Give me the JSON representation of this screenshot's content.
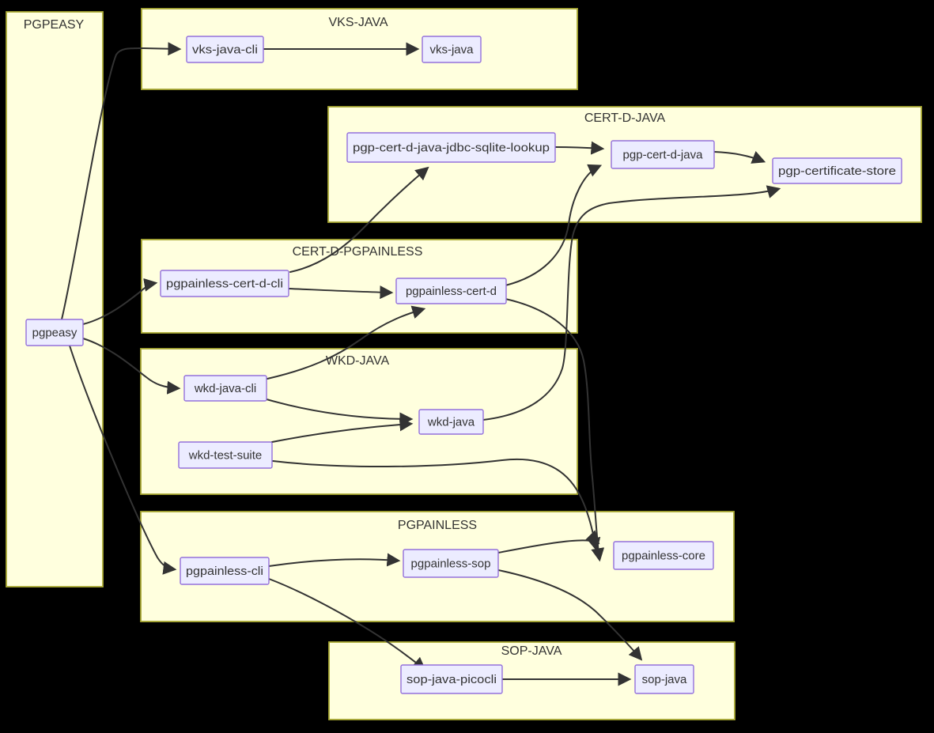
{
  "diagram": {
    "type": "flowchart",
    "colors": {
      "background": "#000000",
      "cluster_fill": "#ffffde",
      "cluster_border": "#aaaa33",
      "node_fill": "#ececff",
      "node_border": "#9370db",
      "edge_color": "#333333",
      "label_color": "#333333"
    },
    "subgraphs": [
      {
        "id": "PGPEASY",
        "label": "PGPEASY"
      },
      {
        "id": "VKS-JAVA",
        "label": "VKS-JAVA"
      },
      {
        "id": "CERT-D-JAVA",
        "label": "CERT-D-JAVA"
      },
      {
        "id": "CERT-D-PGPAINLESS",
        "label": "CERT-D-PGPAINLESS"
      },
      {
        "id": "WKD-JAVA",
        "label": "WKD-JAVA"
      },
      {
        "id": "PGPAINLESS",
        "label": "PGPAINLESS"
      },
      {
        "id": "SOP-JAVA",
        "label": "SOP-JAVA"
      }
    ],
    "nodes": [
      {
        "id": "pgpeasy",
        "label": "pgpeasy",
        "subgraph": "PGPEASY"
      },
      {
        "id": "vks-java-cli",
        "label": "vks-java-cli",
        "subgraph": "VKS-JAVA"
      },
      {
        "id": "vks-java",
        "label": "vks-java",
        "subgraph": "VKS-JAVA"
      },
      {
        "id": "pgp-cert-d-java-jdbc-sqlite-lookup",
        "label": "pgp-cert-d-java-jdbc-sqlite-lookup",
        "subgraph": "CERT-D-JAVA"
      },
      {
        "id": "pgp-cert-d-java",
        "label": "pgp-cert-d-java",
        "subgraph": "CERT-D-JAVA"
      },
      {
        "id": "pgp-certificate-store",
        "label": "pgp-certificate-store",
        "subgraph": "CERT-D-JAVA"
      },
      {
        "id": "pgpainless-cert-d-cli",
        "label": "pgpainless-cert-d-cli",
        "subgraph": "CERT-D-PGPAINLESS"
      },
      {
        "id": "pgpainless-cert-d",
        "label": "pgpainless-cert-d",
        "subgraph": "CERT-D-PGPAINLESS"
      },
      {
        "id": "wkd-java-cli",
        "label": "wkd-java-cli",
        "subgraph": "WKD-JAVA"
      },
      {
        "id": "wkd-java",
        "label": "wkd-java",
        "subgraph": "WKD-JAVA"
      },
      {
        "id": "wkd-test-suite",
        "label": "wkd-test-suite",
        "subgraph": "WKD-JAVA"
      },
      {
        "id": "pgpainless-cli",
        "label": "pgpainless-cli",
        "subgraph": "PGPAINLESS"
      },
      {
        "id": "pgpainless-sop",
        "label": "pgpainless-sop",
        "subgraph": "PGPAINLESS"
      },
      {
        "id": "pgpainless-core",
        "label": "pgpainless-core",
        "subgraph": "PGPAINLESS"
      },
      {
        "id": "sop-java-picocli",
        "label": "sop-java-picocli",
        "subgraph": "SOP-JAVA"
      },
      {
        "id": "sop-java",
        "label": "sop-java",
        "subgraph": "SOP-JAVA"
      }
    ],
    "edges": [
      {
        "from": "pgpeasy",
        "to": "vks-java-cli"
      },
      {
        "from": "pgpeasy",
        "to": "pgpainless-cert-d-cli"
      },
      {
        "from": "pgpeasy",
        "to": "wkd-java-cli"
      },
      {
        "from": "pgpeasy",
        "to": "pgpainless-cli"
      },
      {
        "from": "vks-java-cli",
        "to": "vks-java"
      },
      {
        "from": "pgpainless-cert-d-cli",
        "to": "pgp-cert-d-java-jdbc-sqlite-lookup"
      },
      {
        "from": "pgpainless-cert-d-cli",
        "to": "pgpainless-cert-d"
      },
      {
        "from": "pgp-cert-d-java-jdbc-sqlite-lookup",
        "to": "pgp-cert-d-java"
      },
      {
        "from": "pgpainless-cert-d",
        "to": "pgp-cert-d-java"
      },
      {
        "from": "pgp-cert-d-java",
        "to": "pgp-certificate-store"
      },
      {
        "from": "pgpainless-cert-d",
        "to": "pgpainless-core"
      },
      {
        "from": "wkd-java-cli",
        "to": "pgpainless-cert-d"
      },
      {
        "from": "wkd-java-cli",
        "to": "wkd-java"
      },
      {
        "from": "wkd-test-suite",
        "to": "wkd-java"
      },
      {
        "from": "wkd-test-suite",
        "to": "pgpainless-core"
      },
      {
        "from": "wkd-java",
        "to": "pgp-certificate-store"
      },
      {
        "from": "pgpainless-cli",
        "to": "pgpainless-sop"
      },
      {
        "from": "pgpainless-cli",
        "to": "sop-java-picocli"
      },
      {
        "from": "pgpainless-sop",
        "to": "pgpainless-core"
      },
      {
        "from": "pgpainless-sop",
        "to": "sop-java"
      },
      {
        "from": "sop-java-picocli",
        "to": "sop-java"
      }
    ]
  }
}
